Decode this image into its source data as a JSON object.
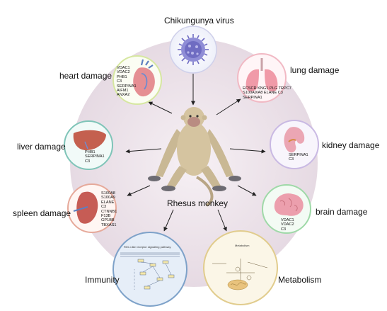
{
  "virus_label": "Chikungunya virus",
  "host_label": "Rhesus monkey",
  "colors": {
    "background_disc": "#ece2ea",
    "arrow": "#222222",
    "virus": "#7a78c6",
    "heart_ring": "#d6e7a0",
    "lung_ring": "#f1b9c4",
    "liver_ring": "#7fc4b8",
    "kidney_ring": "#c9b9e3",
    "spleen_ring": "#e6a99a",
    "brain_ring": "#9fd9a8",
    "immunity_ring": "#7ea2c9",
    "metabolism_ring": "#e1cc8d"
  },
  "organs": {
    "heart": {
      "label": "heart damage",
      "genes": [
        "VDAC1",
        "VDAC2",
        "PHB1",
        "C3",
        "SERPINA1",
        "AIFM1",
        "ANXA2"
      ],
      "icon": "heart-icon"
    },
    "lung": {
      "label": "lung damage",
      "genes": [
        "ECSCR KNG1 PLG TRPC7",
        "S100A9/A8 ELANE C3",
        "SERPINA1"
      ],
      "icon": "lung-icon"
    },
    "liver": {
      "label": "liver damage",
      "genes": [
        "PHB1",
        "SERPINA1",
        "C3"
      ],
      "icon": "liver-icon"
    },
    "kidney": {
      "label": "kidney damage",
      "genes": [
        "SERPINA1",
        "C3"
      ],
      "icon": "kidney-icon"
    },
    "spleen": {
      "label": "spleen damage",
      "genes": [
        "S100A8",
        "S100A9",
        "ELANE",
        "C3",
        "CTNNB1",
        "F13B",
        "GP1BB",
        "TBXAS1"
      ],
      "icon": "spleen-icon"
    },
    "brain": {
      "label": "brain damage",
      "genes": [
        "VDAC1",
        "VDAC2",
        "C3"
      ],
      "icon": "brain-icon"
    }
  },
  "immunity": {
    "label": "Immunity",
    "pathway_title": "RIG-I-like receptor signalling pathway",
    "icon": "pathway-diagram-icon"
  },
  "metabolism": {
    "label": "Metabolism",
    "inset_title": "Metabolism",
    "icon": "mitochondria-metabolism-icon"
  }
}
